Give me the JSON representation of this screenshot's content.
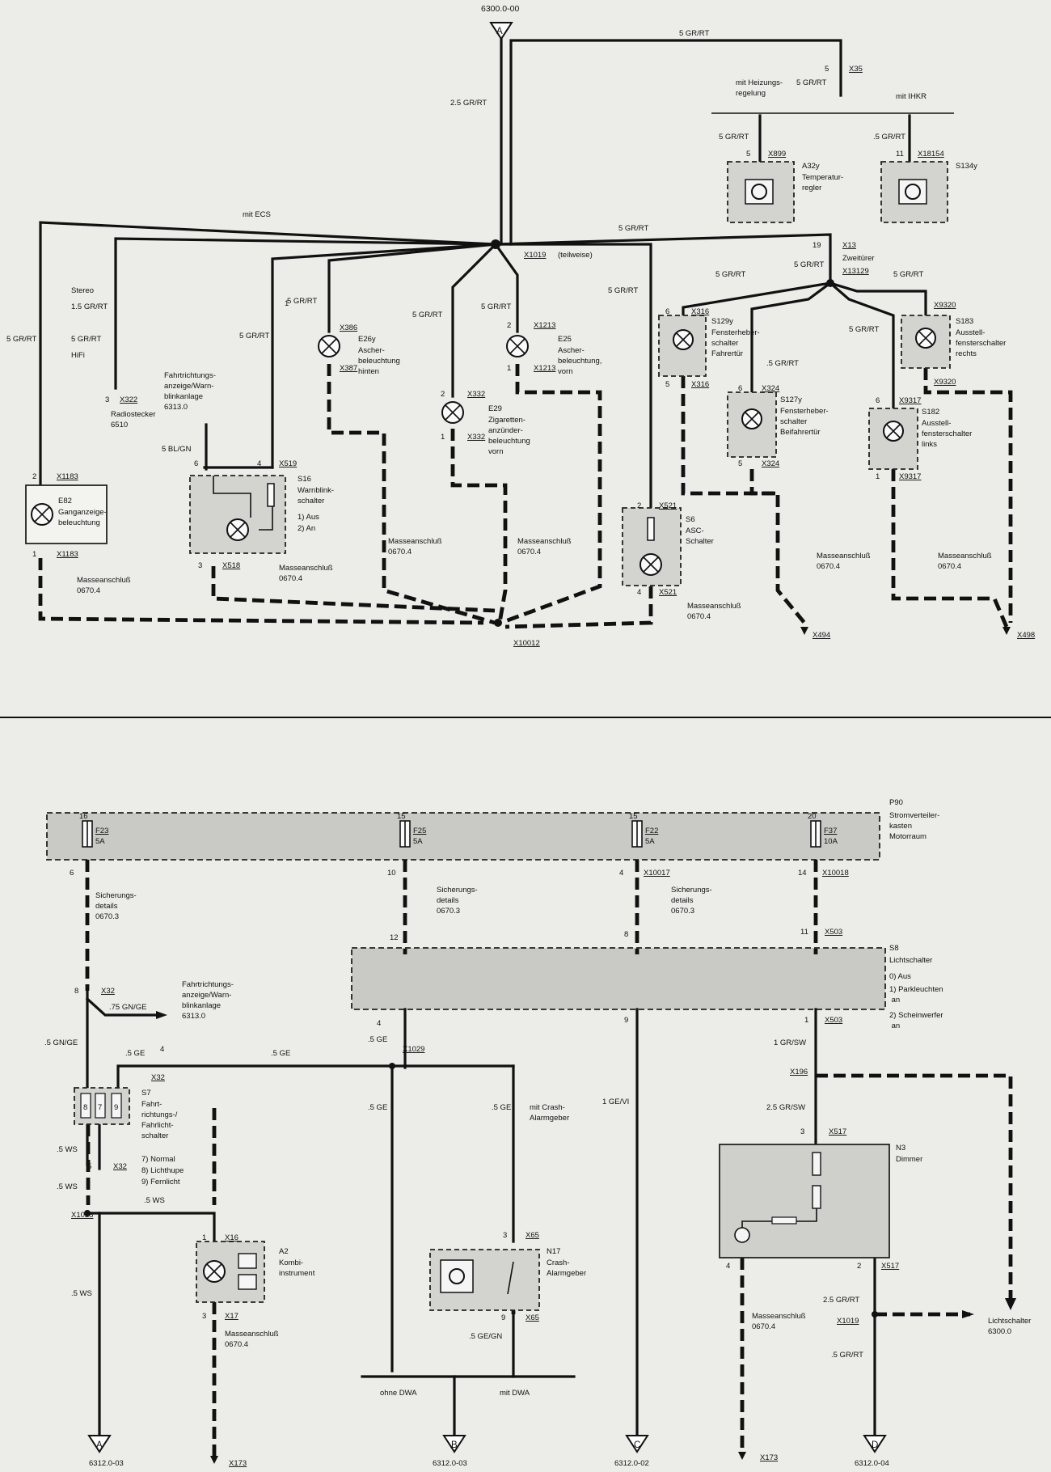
{
  "top": {
    "ref_top": "6300.0-00",
    "marker_a": "A",
    "w_5grrt_top": "5 GR/RT",
    "w_25grrt": "2.5 GR/RT",
    "x35_pin": "5",
    "x35": "X35",
    "x35_wire": "5 GR/RT",
    "mit_heizung": "mit Heizungs-\nregelung",
    "mit_ihkr": "mit IHKR",
    "a32y": {
      "wire": "5 GR/RT",
      "pin": "5",
      "conn": "X899",
      "name": "A32y",
      "desc": "Temperatur-\nregler"
    },
    "s134y": {
      "wire": ".5 GR/RT",
      "pin": "11",
      "conn": "X18154",
      "name": "S134y"
    },
    "mit_ecs": "mit ECS",
    "w_5grrt_mid": "5 GR/RT",
    "x13_pin": "19",
    "x13": "X13",
    "zweitur": "Zweitürer",
    "w_5grrt_x13": "5 GR/RT",
    "x13129": "X13129",
    "stereo": "Stereo",
    "w_15grrt": "1.5 GR/RT",
    "w_5grrt_left": "5 GR/RT",
    "w_5grrt_hifi": "5 GR/RT",
    "hifi": "HiFi",
    "x322_pin": "3",
    "x322": "X322",
    "radiostecker": "Radiostecker\n6510",
    "fahrt_warn": "Fahrtrichtungs-\nanzeige/Warn-\nblinkanlage\n6313.0",
    "w_5grrt_e26": "5 GR/RT",
    "e26": {
      "pin_top": "1",
      "conn_top": "X386",
      "name": "E26y",
      "desc": "Ascher-\nbeleuchtung\nhinten",
      "conn_bot": "X387"
    },
    "w_5grrt_e29": "5 GR/RT",
    "x1019": "X1019",
    "teilweise": "(teilweise)",
    "e25": {
      "pin_top": "2",
      "conn_top": "X1213",
      "name": "E25",
      "desc": "Ascher-\nbeleuchtung,\nvorn",
      "conn_bot": "X1213",
      "pin_bot": "1",
      "wire": "5 GR/RT"
    },
    "e29": {
      "pin_top": "2",
      "conn_top": "X332",
      "name": "E29",
      "desc": "Zigaretten-\nanzünder-\nbeleuchtung\nvorn",
      "pin_bot": "1",
      "conn_bot": "X332"
    },
    "w_5grrt_s6": "5 GR/RT",
    "w_5grrt_s129": "5 GR/RT",
    "w_5grrt_s183": "5 GR/RT",
    "s129y": {
      "pin_top": "6",
      "conn_top": "X316",
      "name": "S129y",
      "desc": "Fensterheber-\nschalter\nFahrertür",
      "pin_bot": "5",
      "conn_bot": "X316"
    },
    "w_5grrt_s127": ".5 GR/RT",
    "s127y": {
      "pin_top": "6",
      "conn_top": "X324",
      "name": "S127y",
      "desc": "Fensterheber-\nschalter\nBeifahrertür",
      "pin_bot": "5",
      "conn_bot": "X324"
    },
    "w_5grrt_s182": "5 GR/RT",
    "s183": {
      "pin_top": "",
      "conn_top": "X9320",
      "name": "S183",
      "desc": "Ausstell-\nfensterschalter\nrechts",
      "conn_bot": "X9320"
    },
    "s182": {
      "pin_top": "6",
      "conn_top": "X9317",
      "name": "S182",
      "desc": "Ausstell-\nfensterschalter\nlinks",
      "pin_bot": "1",
      "conn_bot": "X9317"
    },
    "e82": {
      "pin_top": "2",
      "conn_top": "X1183",
      "name": "E82",
      "desc": "Ganganzeige-\nbeleuchtung",
      "pin_bot": "1",
      "conn_bot": "X1183"
    },
    "w_5blgn": "5 BL/GN",
    "s16": {
      "pin6": "6",
      "pin4": "4",
      "conn_top": "X519",
      "name": "S16",
      "desc": "Warnblink-\nschalter",
      "st1": "1)  Aus",
      "st2": "2)  An",
      "pin3": "3",
      "conn_bot": "X518"
    },
    "s6": {
      "pin_top": "2",
      "conn_top": "X521",
      "name": "S6",
      "desc": "ASC-\nSchalter",
      "pin_bot": "4",
      "conn_bot": "X521"
    },
    "massean": "Masseanschluß\n0670.4",
    "x10012": "X10012",
    "x494": "X494",
    "x498": "X498"
  },
  "bottom": {
    "p90": {
      "name": "P90",
      "desc": "Stromverteiler-\nkasten\nMotorraum"
    },
    "fuses": [
      {
        "num": "16",
        "name": "F23",
        "amp": "5A",
        "pin": "6",
        "conn": ""
      },
      {
        "num": "15",
        "name": "F25",
        "amp": "5A",
        "pin": "10",
        "conn": ""
      },
      {
        "num": "15",
        "name": "F22",
        "amp": "5A",
        "pin": "4",
        "conn": "X10017"
      },
      {
        "num": "20",
        "name": "F37",
        "amp": "10A",
        "pin": "14",
        "conn": "X10018"
      }
    ],
    "sich1": "Sicherungs-\ndetails\n0670.3",
    "sich2": "Sicherungs-\ndetails\n0670.3",
    "sich3": "Sicherungs-\ndetails\n0670.3",
    "s8": {
      "name": "S8",
      "desc": "Lichtschalter",
      "st0": "0)  Aus",
      "st1": "1)  Parkleuchten\n     an",
      "st2": "2)  Scheinwerfer\n     an",
      "pin12": "12",
      "pin8": "8",
      "pin11": "11",
      "x503_top": "X503",
      "pin4": "4",
      "pin9": "9",
      "pin1": "1",
      "x503_bot": "X503"
    },
    "x32_pin": "8",
    "x32": "X32",
    "w_75gnge": ".75 GN/GE",
    "fahrt_warn2": "Fahrtrichtungs-\nanzeige/Warn-\nblinkanlage\n6313.0",
    "w_5gnge": ".5 GN/GE",
    "w_5ge_a": ".5 GE",
    "pin4_s7": "4",
    "w_5ge_b": ".5 GE",
    "w_5ge_c": ".5 GE",
    "x1029": "X1029",
    "x32_b": "X32",
    "w_1grsw": "1 GR/SW",
    "x196": "X196",
    "s7": {
      "name": "S7",
      "desc": "Fahrt-\nrichtungs-/\nFahrlicht-\nschalter",
      "st7": "7)  Normal",
      "st8": "8)  Lichthupe",
      "st9": "9)  Fernlicht",
      "pins": [
        "8",
        "7",
        "9"
      ]
    },
    "w_5ge_d": ".5 GE",
    "w_5ge_e": ".5 GE",
    "mit_crash": "mit Crash-\nAlarmgeber",
    "w_1gevi": "1 GE/VI",
    "w_25grsw": "2.5 GR/SW",
    "w_5ws_a": ".5 WS",
    "x32_pin5": "5",
    "x32_c": "X32",
    "w_5ws_b": ".5 WS",
    "w_5ws_c": ".5 WS",
    "x1028": "X1028",
    "a2": {
      "pin": "1",
      "conn": "X16",
      "name": "A2",
      "desc": "Kombi-\ninstrument",
      "pin_bot": "3",
      "conn_bot": "X17"
    },
    "massean_a2": "Masseanschluß\n0670.4",
    "n17": {
      "pin_top": "3",
      "conn_top": "X65",
      "name": "N17",
      "desc": "Crash-\nAlarmgeber",
      "pin_bot": "9",
      "conn_bot": "X65"
    },
    "w_5gegn": ".5 GE/GN",
    "n3": {
      "pin_top": "3",
      "conn_top": "X517",
      "name": "N3",
      "desc": "Dimmer",
      "pin4": "4",
      "pin2": "2",
      "conn_bot": "X517"
    },
    "w_5ws_d": ".5 WS",
    "ohne_dwa": "ohne DWA",
    "mit_dwa": "mit DWA",
    "massean_n3": "Masseanschluß\n0670.4",
    "w_25grrt": "2.5 GR/RT",
    "x1019": "X1019",
    "w_5grrt": ".5 GR/RT",
    "lichtschalter": "Lichtschalter\n6300.0",
    "end_a": {
      "letter": "A",
      "ref": "6312.0-03"
    },
    "end_b": {
      "letter": "B",
      "ref": "6312.0-03"
    },
    "end_c": {
      "letter": "C",
      "ref": "6312.0-02"
    },
    "end_d": {
      "letter": "D",
      "ref": "6312.0-04"
    },
    "x173_a": "X173",
    "x173_b": "X173"
  }
}
